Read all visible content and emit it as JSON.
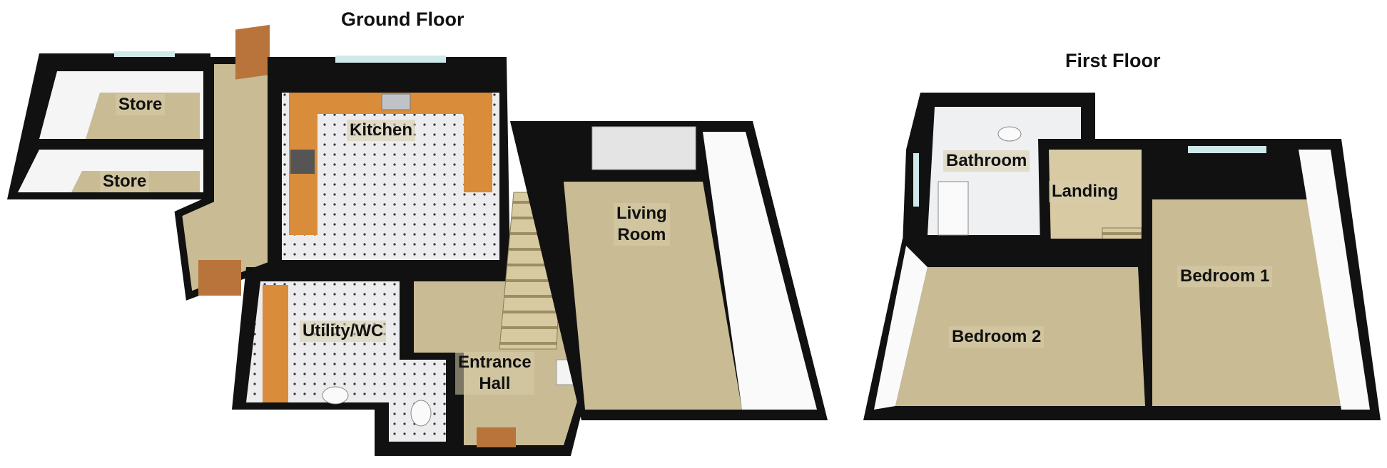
{
  "floors": [
    {
      "title": "Ground Floor",
      "rooms": [
        {
          "id": "store-upper",
          "label": "Store"
        },
        {
          "id": "store-lower",
          "label": "Store"
        },
        {
          "id": "kitchen",
          "label": "Kitchen"
        },
        {
          "id": "living-room",
          "label_lines": [
            "Living",
            "Room"
          ]
        },
        {
          "id": "utility-wc",
          "label": "Utility/WC"
        },
        {
          "id": "entrance-hall",
          "label_lines": [
            "Entrance",
            "Hall"
          ]
        }
      ]
    },
    {
      "title": "First Floor",
      "rooms": [
        {
          "id": "bathroom",
          "label": "Bathroom"
        },
        {
          "id": "landing",
          "label": "Landing"
        },
        {
          "id": "bedroom-1",
          "label": "Bedroom 1"
        },
        {
          "id": "bedroom-2",
          "label": "Bedroom 2"
        }
      ]
    }
  ],
  "colors": {
    "wall": "#0a0a0a",
    "wall_inner": "#f2f2f2",
    "carpet": "#c9bb94",
    "tile": "#e8e8ea",
    "worktop": "#d98c3a",
    "door": "#b8743a",
    "window": "#cfe9ea"
  }
}
